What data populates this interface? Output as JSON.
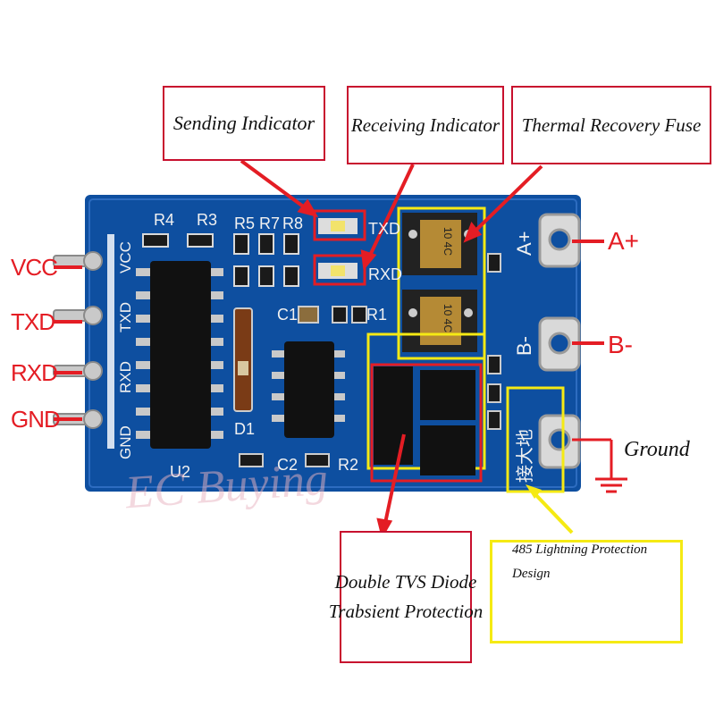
{
  "callouts": {
    "sending": "Sending Indicator",
    "receiving": "Receiving Indicator",
    "fuse": "Thermal Recovery Fuse",
    "tvs_line1": "Double TVS Diode",
    "tvs_line2": "Trabsient Protection",
    "lightning_line1": "485 Lightning Protection",
    "lightning_line2": "Design"
  },
  "pins": [
    "VCC",
    "TXD",
    "RXD",
    "GND"
  ],
  "terminals": [
    "A+",
    "B-"
  ],
  "ground_label": "Ground",
  "silkscreen": {
    "left_pins": [
      "VCC",
      "TXD",
      "RXD",
      "GND"
    ],
    "resistors_top": [
      "R4",
      "R3",
      "R5",
      "R7",
      "R8"
    ],
    "led_labels": [
      "TXD",
      "RXD"
    ],
    "c1": "C1",
    "r1": "R1",
    "d1": "D1",
    "u2": "U2",
    "c2": "C2",
    "r2": "R2",
    "terminal_a": "A+",
    "terminal_b": "B-",
    "terminal_gnd": "接大地",
    "fuse_marking": "10 4C",
    "watermark": "EC Buying"
  },
  "colors": {
    "pcb": "#0e4fa0",
    "callout_red": "#c8102e",
    "callout_yellow": "#f5ea14",
    "label_red": "#e41d24"
  }
}
